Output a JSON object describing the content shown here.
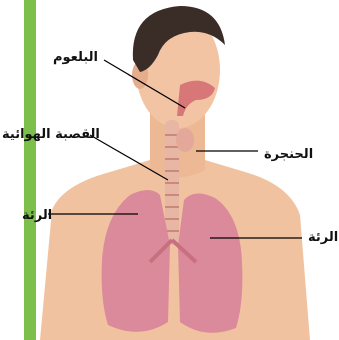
{
  "labels": {
    "pharynx": "البلعوم",
    "trachea": "القصبة الهوائية",
    "larynx": "الحنجرة",
    "lung_left": "الرئة",
    "lung_right": "الرئة"
  },
  "colors": {
    "accent_bar": "#7cc04b",
    "skin": "#f2c7a6",
    "lung": "#d9869a",
    "hair": "#3a2c26"
  }
}
